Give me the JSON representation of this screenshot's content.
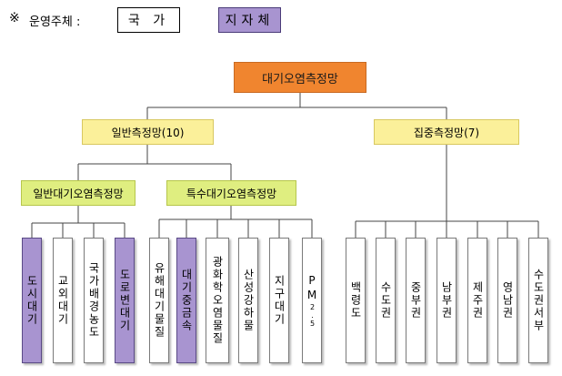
{
  "legend": {
    "mark": "※",
    "title": "운영주체 :",
    "national_label": "국 가",
    "local_label": "지자체",
    "colors": {
      "national": "#ffffff",
      "local": "#a894d0"
    }
  },
  "tree": {
    "root": "대기오염측정망",
    "general": {
      "label": "일반측정망(10)",
      "groups": {
        "general_air": "일반대기오염측정망",
        "special_air": "특수대기오염측정망"
      }
    },
    "intensive": {
      "label": "집중측정망(7)"
    }
  },
  "leaves": {
    "urban_air": {
      "text": "도시대기",
      "operator": "local"
    },
    "suburban_air": {
      "text": "교외대기",
      "operator": "national"
    },
    "national_background": {
      "text": "국가배경농도",
      "operator": "national"
    },
    "roadside_air": {
      "text": "도로변대기",
      "operator": "local"
    },
    "hazardous_air": {
      "text": "유해대기물질",
      "operator": "national"
    },
    "heavy_metals": {
      "text": "대기중금속",
      "operator": "local"
    },
    "photochemical": {
      "text": "광화학오염물질",
      "operator": "national"
    },
    "acid_deposition": {
      "text": "산성강하물",
      "operator": "national"
    },
    "global_air": {
      "text": "지구대기",
      "operator": "national"
    },
    "pm25": {
      "text": "PM",
      "sub": "2.5",
      "operator": "national"
    },
    "baengnyeong": {
      "text": "백령도",
      "operator": "national"
    },
    "capital": {
      "text": "수도권",
      "operator": "national"
    },
    "central": {
      "text": "중부권",
      "operator": "national"
    },
    "southern": {
      "text": "남부권",
      "operator": "national"
    },
    "jeju": {
      "text": "제주권",
      "operator": "national"
    },
    "yeongnam": {
      "text": "영남권",
      "operator": "national"
    },
    "capital_southwest": {
      "text": "수도권서부",
      "operator": "national"
    }
  }
}
